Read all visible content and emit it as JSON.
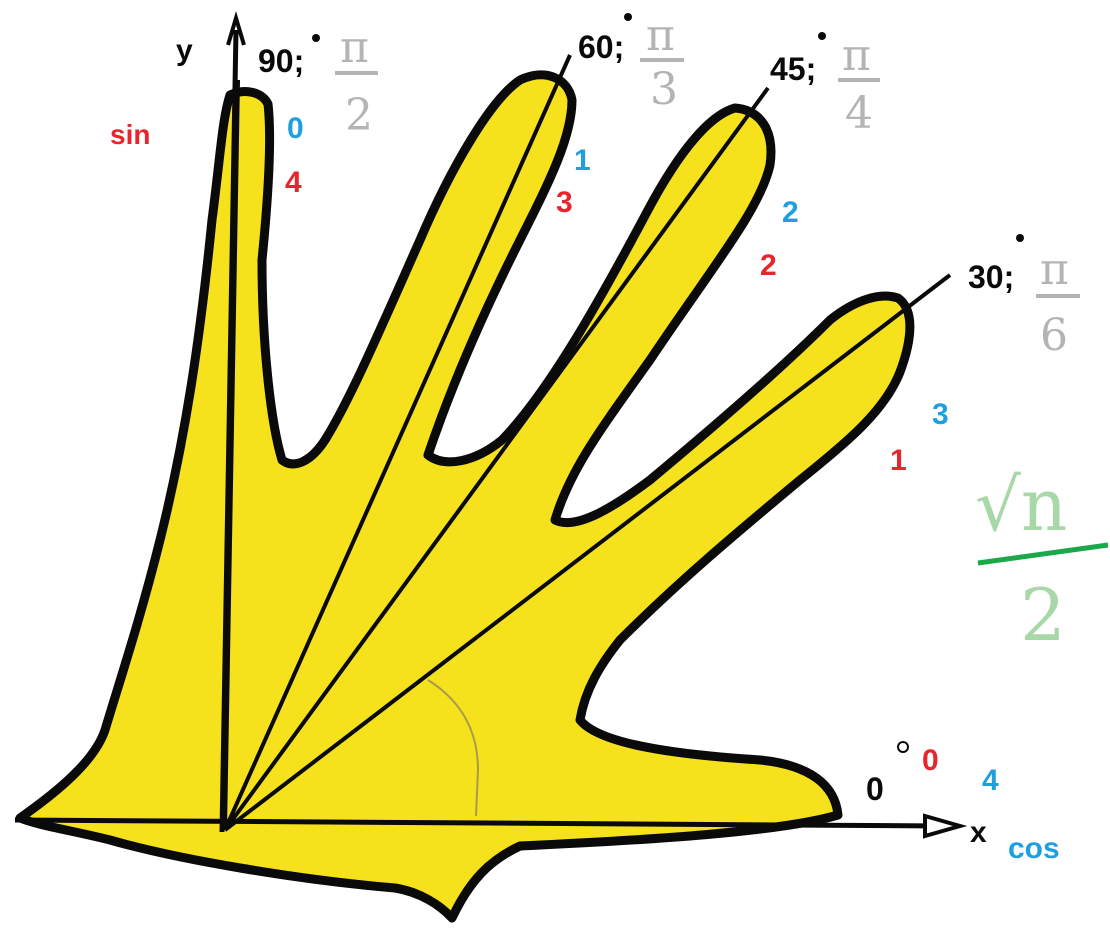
{
  "axes": {
    "y_label": "y",
    "x_label": "x",
    "sin_label": "sin",
    "cos_label": "cos"
  },
  "angles": [
    {
      "degrees": "90;",
      "radians_num": "π",
      "radians_den": "2",
      "sin_numerator": "4",
      "cos_numerator": "0"
    },
    {
      "degrees": "60;",
      "radians_num": "π",
      "radians_den": "3",
      "sin_numerator": "3",
      "cos_numerator": "1"
    },
    {
      "degrees": "45;",
      "radians_num": "π",
      "radians_den": "4",
      "sin_numerator": "2",
      "cos_numerator": "2"
    },
    {
      "degrees": "30;",
      "radians_num": "π",
      "radians_den": "6",
      "sin_numerator": "1",
      "cos_numerator": "3"
    },
    {
      "degrees": "0",
      "sin_numerator": "0",
      "cos_numerator": "4"
    }
  ],
  "formula": {
    "numerator": "√n",
    "denominator": "2"
  },
  "colors": {
    "hand_fill": "#f5e11c",
    "outline": "#0a0a0a",
    "sin_color": "#e8242c",
    "cos_color": "#1e9fe0",
    "radian_gray": "#b4b4b4",
    "formula_green": "#a8d8a8",
    "formula_bar": "#1aa84a"
  }
}
